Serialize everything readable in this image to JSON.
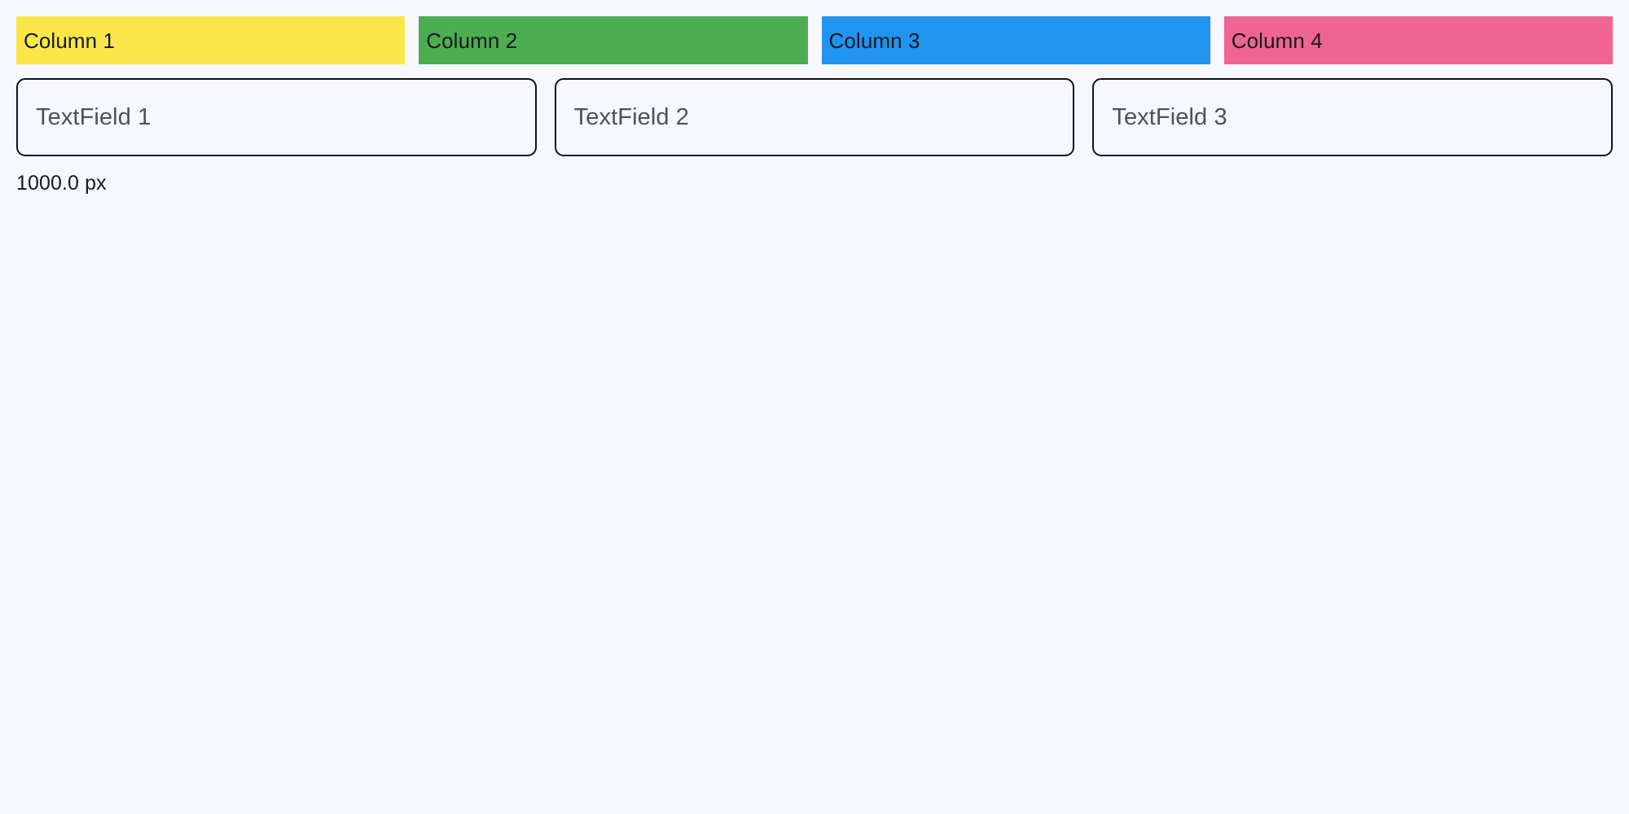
{
  "background_color": "#f7f8fd",
  "columns": {
    "items": [
      {
        "label": "Column 1",
        "color": "#fbe64a"
      },
      {
        "label": "Column 2",
        "color": "#4cae50"
      },
      {
        "label": "Column 3",
        "color": "#2193f0"
      },
      {
        "label": "Column 4",
        "color": "#ef6493"
      }
    ]
  },
  "textfields": {
    "items": [
      {
        "placeholder": "TextField 1",
        "value": ""
      },
      {
        "placeholder": "TextField 2",
        "value": ""
      },
      {
        "placeholder": "TextField 3",
        "value": ""
      }
    ],
    "border_color": "#101216",
    "placeholder_color": "#4a525c"
  },
  "measurement": {
    "label": "1000.0 px"
  }
}
